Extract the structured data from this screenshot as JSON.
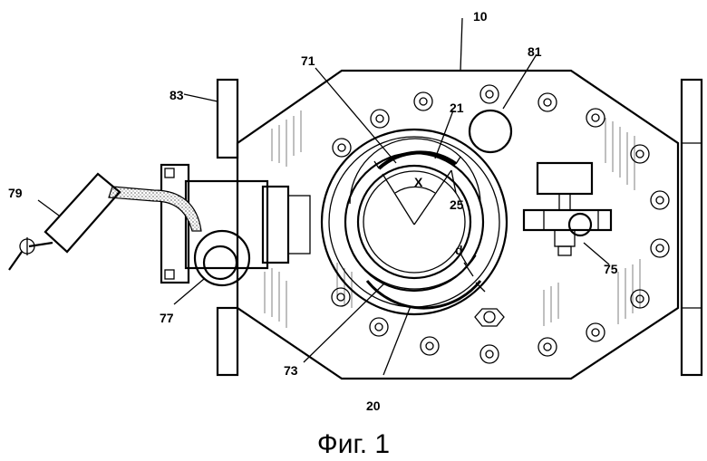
{
  "labels": {
    "l10": "10",
    "l81": "81",
    "l71": "71",
    "l83": "83",
    "l21": "21",
    "lX": "X",
    "l25": "25",
    "l79": "79",
    "ld": "d",
    "l75": "75",
    "l77": "77",
    "l73": "73",
    "l20": "20"
  },
  "caption": "Фиг. 1"
}
